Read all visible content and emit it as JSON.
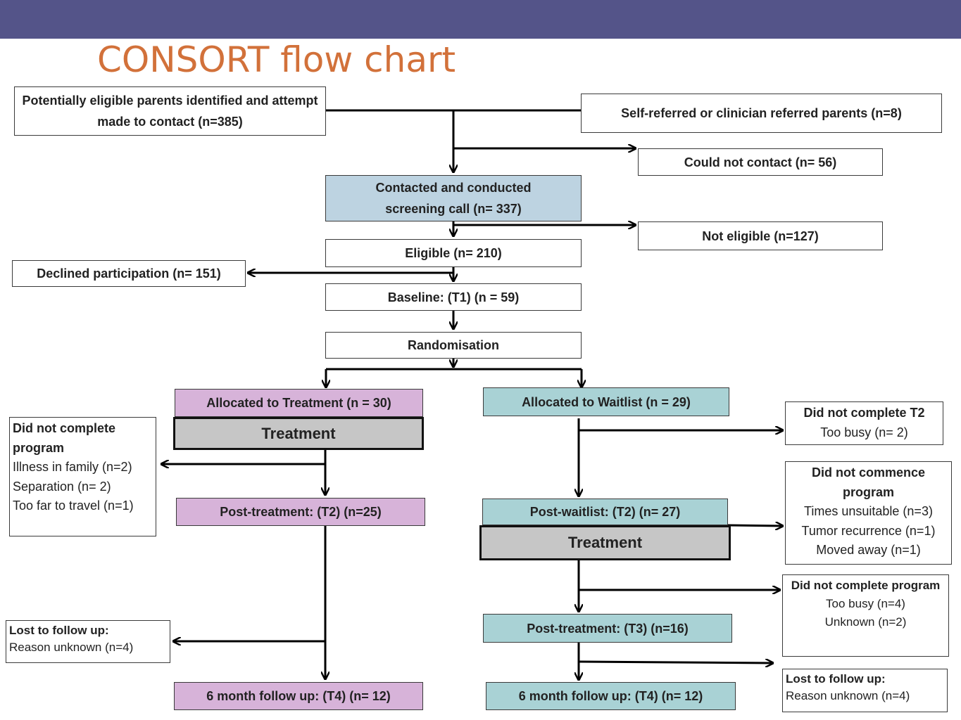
{
  "title": "CONSORT flow chart",
  "boxes": {
    "identified": "Potentially eligible parents identified and attempt made to contact (n=385)",
    "self_referred": "Self-referred or clinician referred parents (n=8)",
    "could_not_contact": "Could not contact (n= 56)",
    "screening": "Contacted and conducted screening call (n= 337)",
    "not_eligible": "Not eligible (n=127)",
    "eligible": "Eligible (n= 210)",
    "declined": "Declined participation (n= 151)",
    "baseline": "Baseline: (T1) (n = 59)",
    "randomisation": "Randomisation",
    "alloc_treatment": "Allocated to Treatment (n = 30)",
    "treatment_left": "Treatment",
    "alloc_waitlist": "Allocated to Waitlist (n = 29)",
    "post_treatment_t2": "Post-treatment: (T2) (n=25)",
    "post_waitlist_t2": "Post-waitlist: (T2) (n= 27)",
    "treatment_right": "Treatment",
    "post_treatment_t3": "Post-treatment: (T3) (n=16)",
    "followup_left": "6 month follow up: (T4) (n= 12)",
    "followup_right": "6 month follow up: (T4) (n= 12)"
  },
  "notes": {
    "left_dropout": {
      "heading": "Did not complete program",
      "lines": [
        "Illness in family (n=2)",
        "Separation (n= 2)",
        "Too far to travel (n=1)"
      ]
    },
    "left_lost": {
      "heading": "Lost to follow up:",
      "lines": [
        "Reason unknown (n=4)"
      ]
    },
    "right_t2": {
      "heading": "Did not complete T2",
      "lines": [
        "Too busy (n= 2)"
      ]
    },
    "right_commence": {
      "heading": "Did not commence program",
      "lines": [
        "Times unsuitable (n=3)",
        "Tumor recurrence (n=1)",
        "Moved away (n=1)"
      ]
    },
    "right_dropout": {
      "heading": "Did not complete program",
      "lines": [
        "Too busy (n=4)",
        "Unknown (n=2)"
      ]
    },
    "right_lost": {
      "heading": "Lost to follow up:",
      "lines": [
        "Reason unknown (n=4)"
      ]
    }
  }
}
